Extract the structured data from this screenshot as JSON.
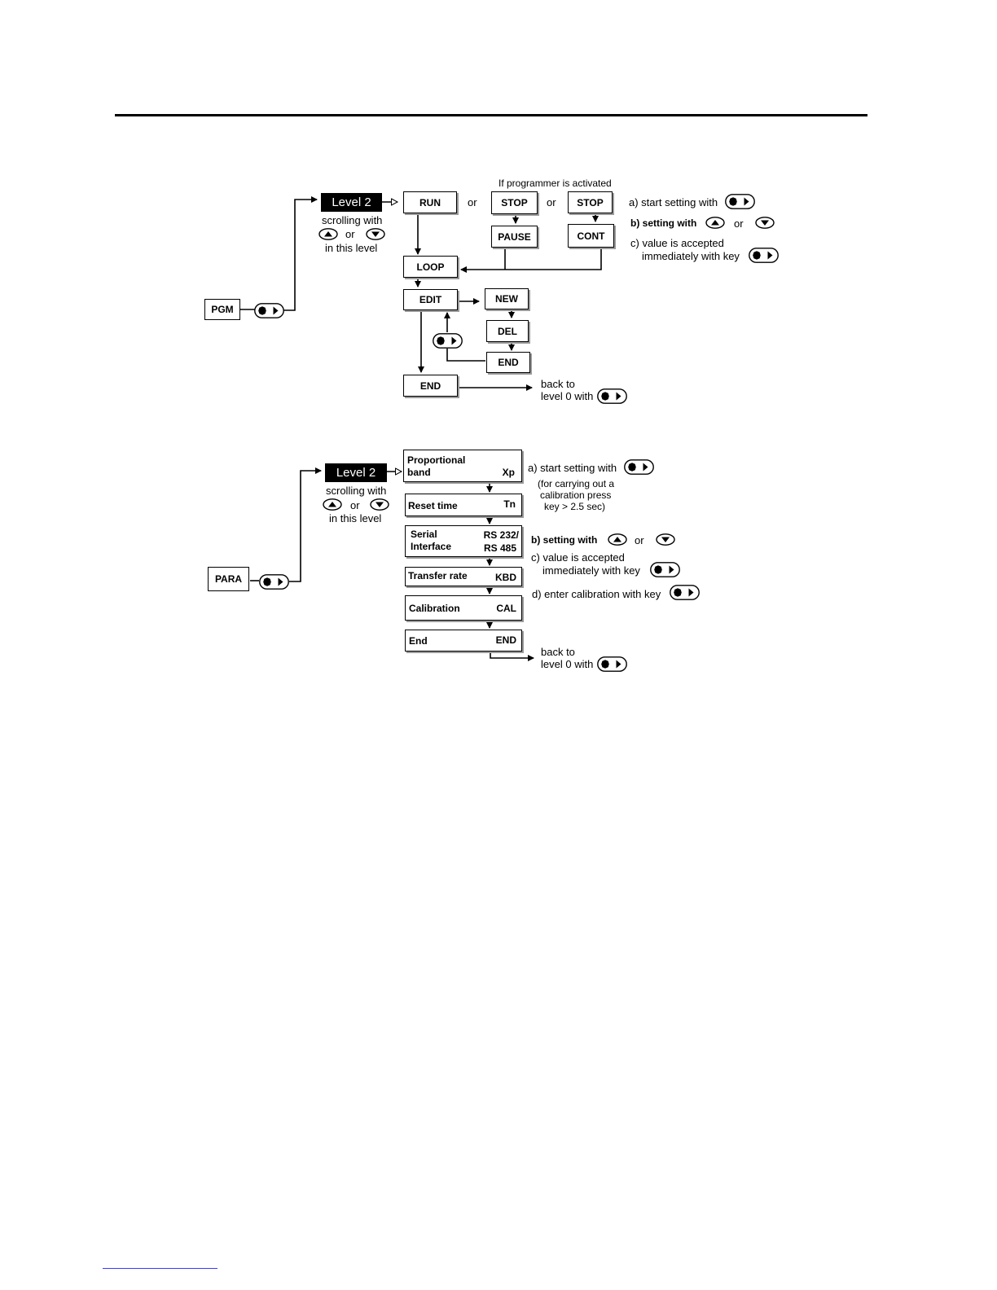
{
  "pgm": {
    "start_box": "PGM",
    "level_label": "Level 2",
    "scroll_text": "scrolling with",
    "or_text": "or",
    "level_text": "in this level",
    "programmer_note": "If programmer is activated",
    "run": "RUN",
    "or1": "or",
    "stop1": "STOP",
    "or2": "or",
    "stop2": "STOP",
    "pause": "PAUSE",
    "cont": "CONT",
    "loop": "LOOP",
    "edit": "EDIT",
    "new": "NEW",
    "del": "DEL",
    "end_inner": "END",
    "end": "END",
    "back_to": "back to",
    "level0": "level 0 with",
    "note_a": "a) start setting with",
    "note_b": "b) setting with",
    "note_b_or": "or",
    "note_c1": "c) value is accepted",
    "note_c2": "immediately with key"
  },
  "para": {
    "start_box": "PARA",
    "level_label": "Level 2",
    "scroll_text": "scrolling with",
    "or_text": "or",
    "level_text": "in this level",
    "items": [
      {
        "label1": "Proportional",
        "label2": "band",
        "code1": "Xp",
        "code2": ""
      },
      {
        "label1": "Reset time",
        "label2": "",
        "code1": "Tn",
        "code2": ""
      },
      {
        "label1": "Serial",
        "label2": "Interface",
        "code1": "RS 232/",
        "code2": "RS 485"
      },
      {
        "label1": "Transfer rate",
        "label2": "",
        "code1": "KBD",
        "code2": ""
      },
      {
        "label1": "Calibration",
        "label2": "",
        "code1": "CAL",
        "code2": ""
      },
      {
        "label1": "End",
        "label2": "",
        "code1": "END",
        "code2": ""
      }
    ],
    "back_to": "back to",
    "level0": "level 0 with",
    "note_a": "a) start setting with",
    "note_a_sub1": "(for carrying out a",
    "note_a_sub2": "calibration press",
    "note_a_sub3": "key >  2.5 sec)",
    "note_b": "b) setting with",
    "note_b_or": "or",
    "note_c1": "c) value is accepted",
    "note_c2": "immediately with key",
    "note_d": "d) enter calibration with key"
  },
  "icons": {
    "enter_key": "dot-right-arrow-key-icon",
    "up_key": "up-arrow-key-icon",
    "down_key": "down-arrow-key-icon"
  }
}
